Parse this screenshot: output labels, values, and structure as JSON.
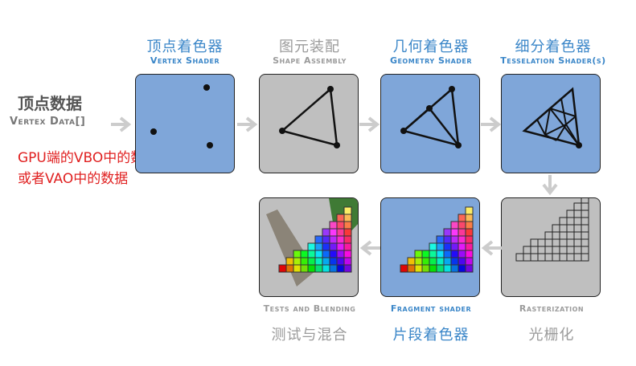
{
  "input": {
    "title_cn": "顶点数据",
    "title_en": "Vertex Data[]",
    "note_line1": "GPU端的VBO中的数据",
    "note_line2": "或者VAO中的数据"
  },
  "stages": [
    {
      "cn": "顶点着色器",
      "en": "Vertex Shader",
      "active": true
    },
    {
      "cn": "图元装配",
      "en": "Shape Assembly",
      "active": false
    },
    {
      "cn": "几何着色器",
      "en": "Geometry Shader",
      "active": true
    },
    {
      "cn": "细分着色器",
      "en": "Tesselation Shader(s)",
      "active": true
    },
    {
      "cn": "光栅化",
      "en": "Rasterization",
      "active": false
    },
    {
      "cn": "片段着色器",
      "en": "Fragment shader",
      "active": true
    },
    {
      "cn": "测试与混合",
      "en": "Tests and Blending",
      "active": false
    }
  ],
  "colors": {
    "active_box": "#7fa6d9",
    "inactive_box": "#bfbfbf",
    "active_text": "#3a86c8",
    "inactive_text": "#9b9b9b",
    "note_text": "#e02020",
    "arrow": "#cccccc"
  }
}
